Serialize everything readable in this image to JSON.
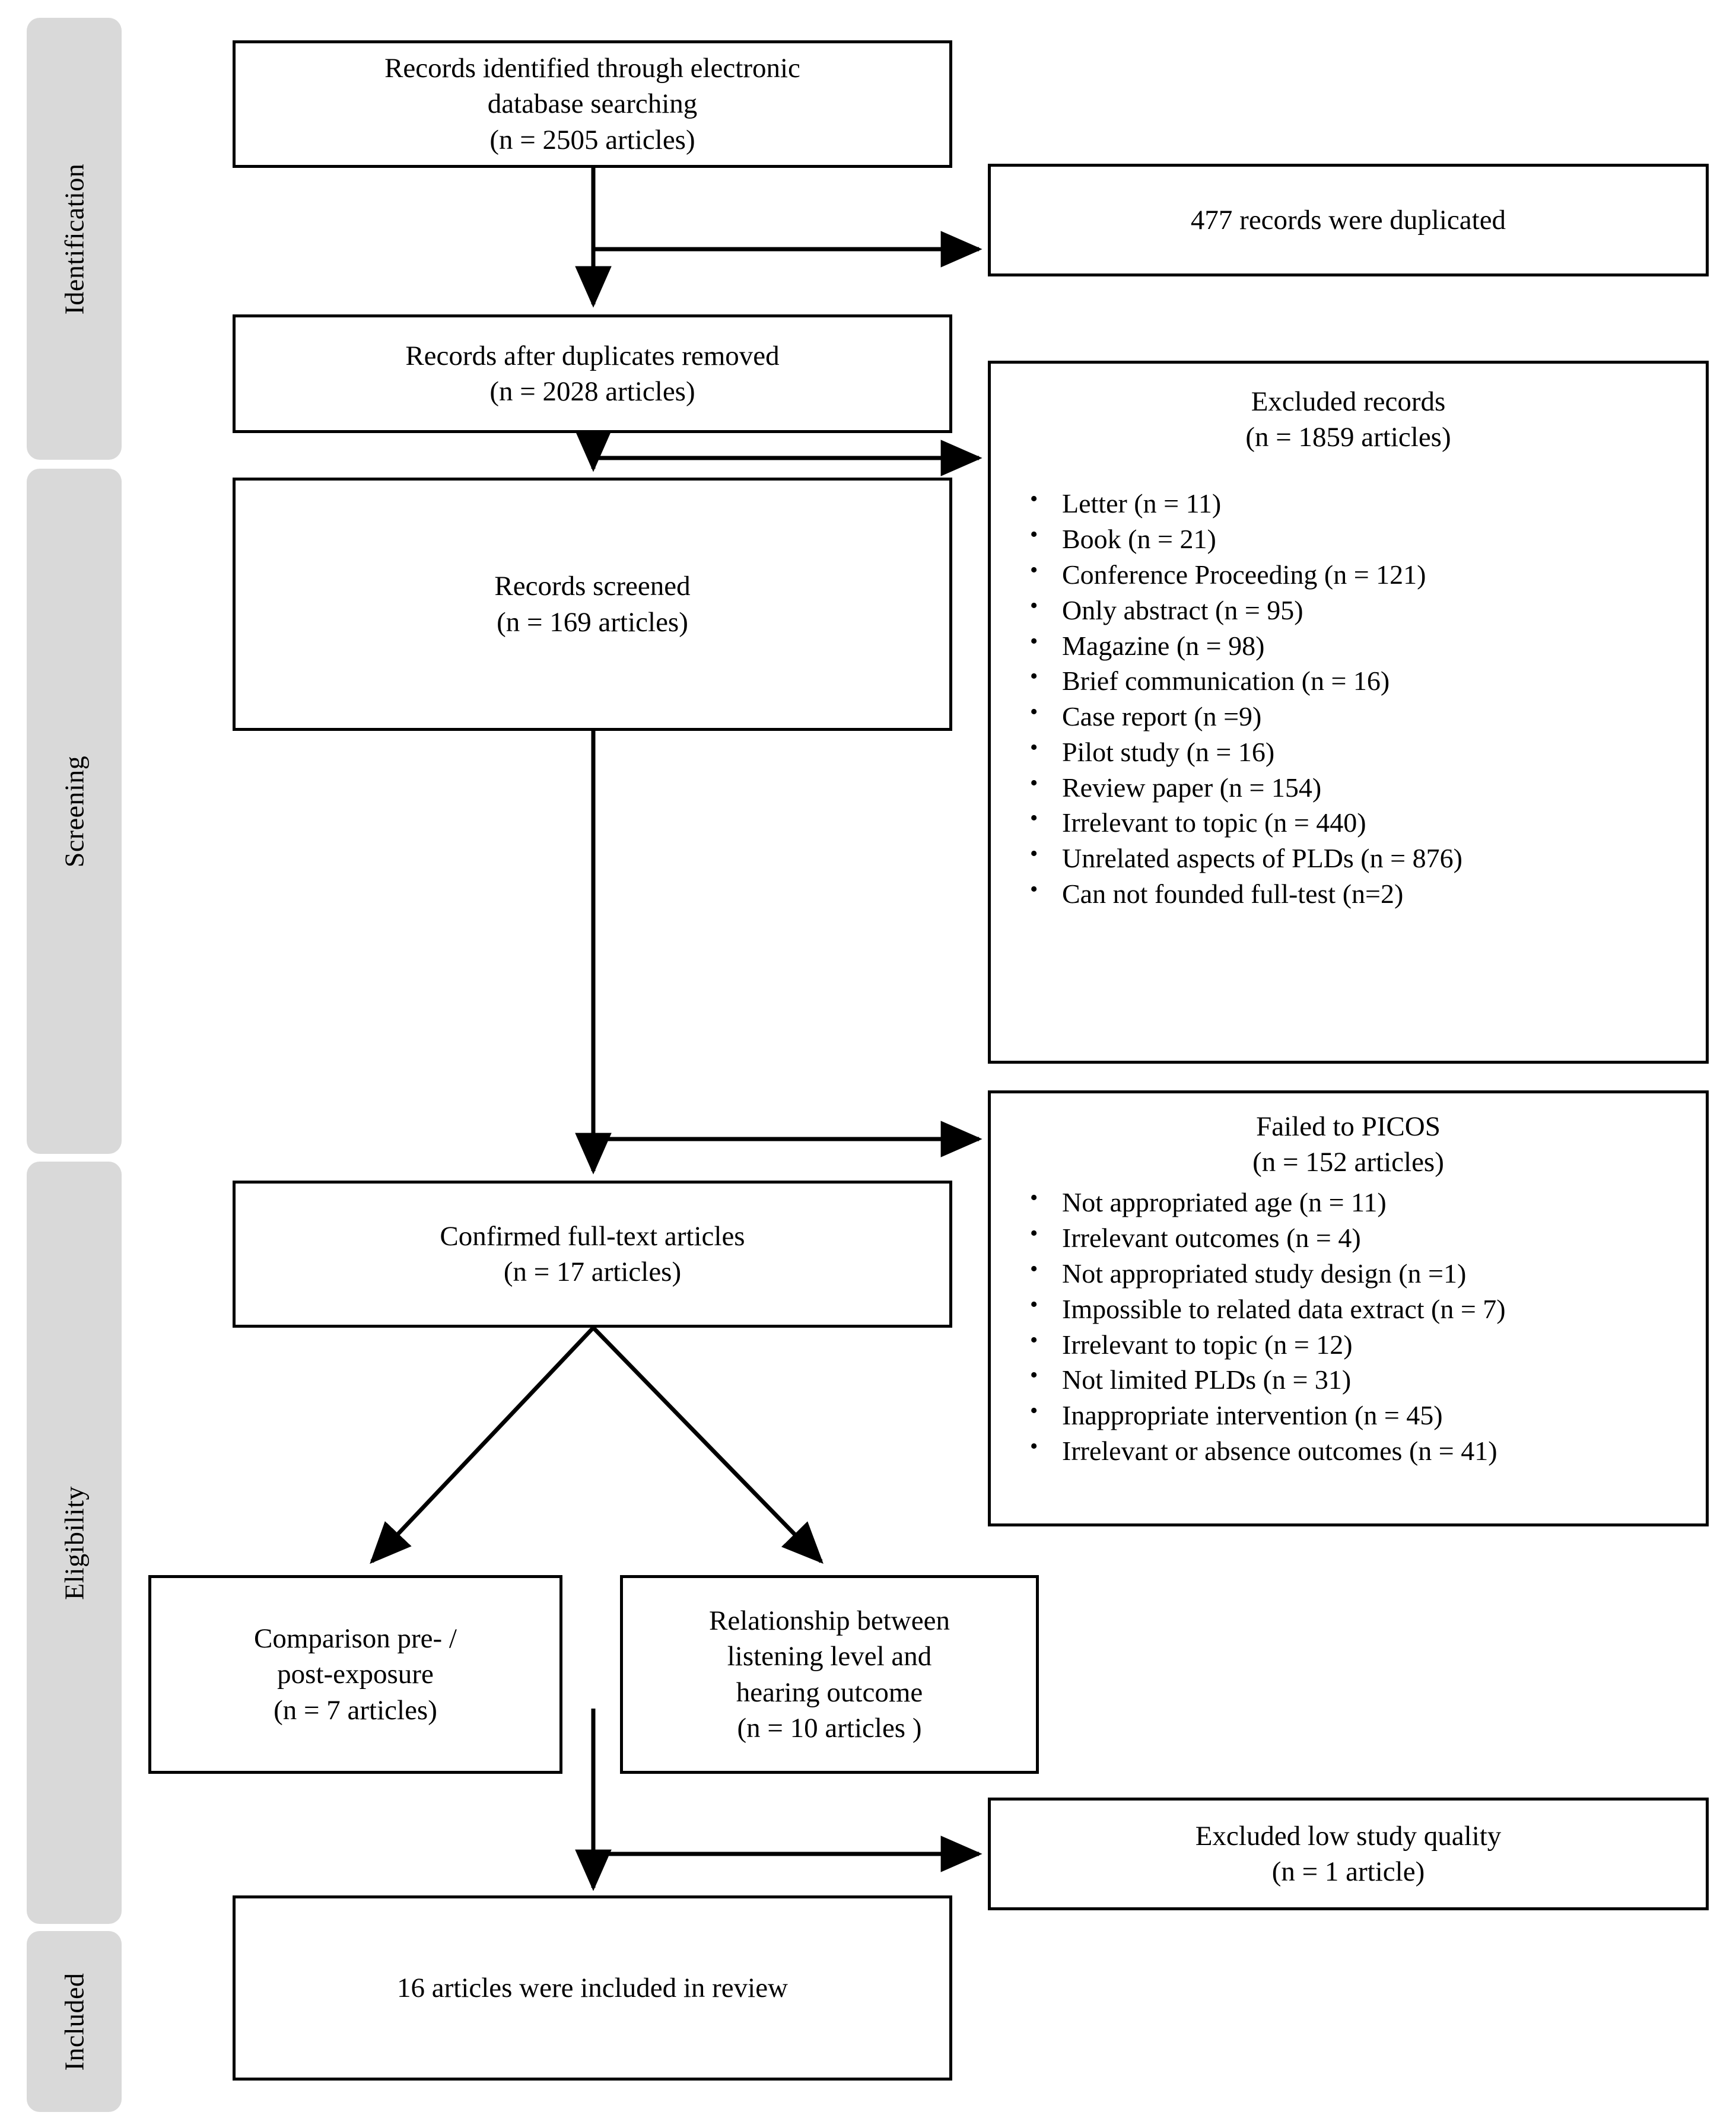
{
  "diagram": {
    "type": "prisma-flow-diagram",
    "phases": [
      {
        "name": "identification",
        "label": "Identification"
      },
      {
        "name": "screening",
        "label": "Screening"
      },
      {
        "name": "eligibility",
        "label": "Eligibility"
      },
      {
        "name": "included",
        "label": "Included"
      }
    ],
    "boxes": {
      "records_identified": {
        "lines": [
          "Records identified through electronic",
          "database searching",
          "(n = 2505 articles)"
        ]
      },
      "duplicates": {
        "lines": [
          "477 records were duplicated"
        ]
      },
      "after_duplicates": {
        "lines": [
          "Records after duplicates removed",
          "(n = 2028 articles)"
        ]
      },
      "excluded_records": {
        "heading": [
          "Excluded records",
          "(n = 1859 articles)"
        ],
        "items": [
          "Letter (n = 11)",
          "Book (n = 21)",
          "Conference Proceeding (n = 121)",
          "Only abstract (n = 95)",
          "Magazine (n = 98)",
          "Brief communication (n = 16)",
          "Case report (n =9)",
          "Pilot study (n = 16)",
          "Review paper (n = 154)",
          "Irrelevant to topic (n = 440)",
          "Unrelated aspects of PLDs (n = 876)",
          "Can not founded full-test (n=2)"
        ]
      },
      "records_screened": {
        "lines": [
          "Records screened",
          "(n = 169 articles)"
        ]
      },
      "failed_picos": {
        "heading": [
          "Failed to PICOS",
          "(n = 152 articles)"
        ],
        "items": [
          "Not appropriated age (n = 11)",
          "Irrelevant outcomes (n = 4)",
          "Not appropriated study design (n =1)",
          "Impossible to related data extract (n = 7)",
          "Irrelevant to topic (n = 12)",
          "Not limited PLDs (n = 31)",
          "Inappropriate intervention (n = 45)",
          "Irrelevant or absence outcomes (n = 41)"
        ]
      },
      "confirmed_fulltext": {
        "lines": [
          "Confirmed full-text articles",
          "(n = 17 articles)"
        ]
      },
      "comparison_pre_post": {
        "lines": [
          "Comparison pre- /",
          "post-exposure",
          "(n = 7 articles)"
        ]
      },
      "relationship_listening": {
        "lines": [
          "Relationship between",
          "listening level and",
          "hearing outcome",
          "(n = 10 articles )"
        ]
      },
      "excluded_low_quality": {
        "lines": [
          "Excluded low study quality",
          "(n = 1 article)"
        ]
      },
      "final_included": {
        "lines": [
          "16 articles were included in review"
        ]
      }
    },
    "colors": {
      "band_fill": "#d9d9d9",
      "box_border": "#000000",
      "box_fill": "#ffffff",
      "connector": "#000000"
    }
  }
}
